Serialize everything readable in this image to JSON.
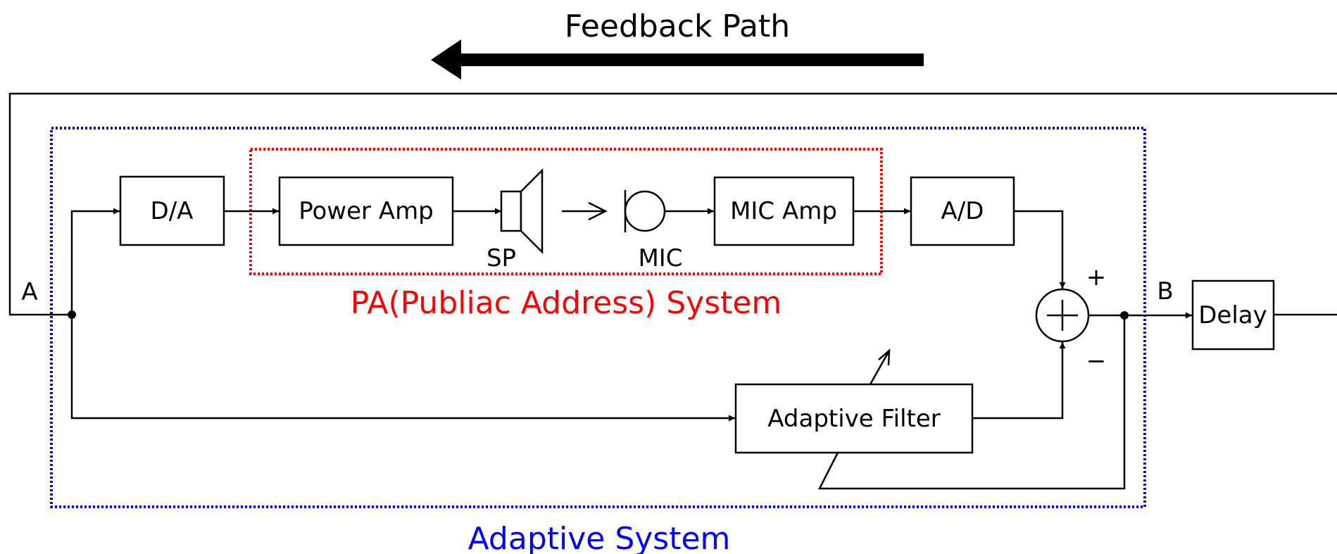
{
  "title": "Feedback Path",
  "blocks": {
    "da": "D/A",
    "power_amp": "Power Amp",
    "mic_amp": "MIC Amp",
    "ad": "A/D",
    "adaptive_filter": "Adaptive Filter",
    "delay": "Delay"
  },
  "components": {
    "speaker": "SP",
    "microphone": "MIC"
  },
  "nodes": {
    "a": "A",
    "b": "B"
  },
  "summer_signs": {
    "plus": "+",
    "minus": "−"
  },
  "regions": {
    "pa_system": "PA(Publiac Address) System",
    "adaptive_system": "Adaptive System"
  },
  "colors": {
    "pa_region": "#ff0000",
    "adaptive_region": "#0000ff"
  }
}
